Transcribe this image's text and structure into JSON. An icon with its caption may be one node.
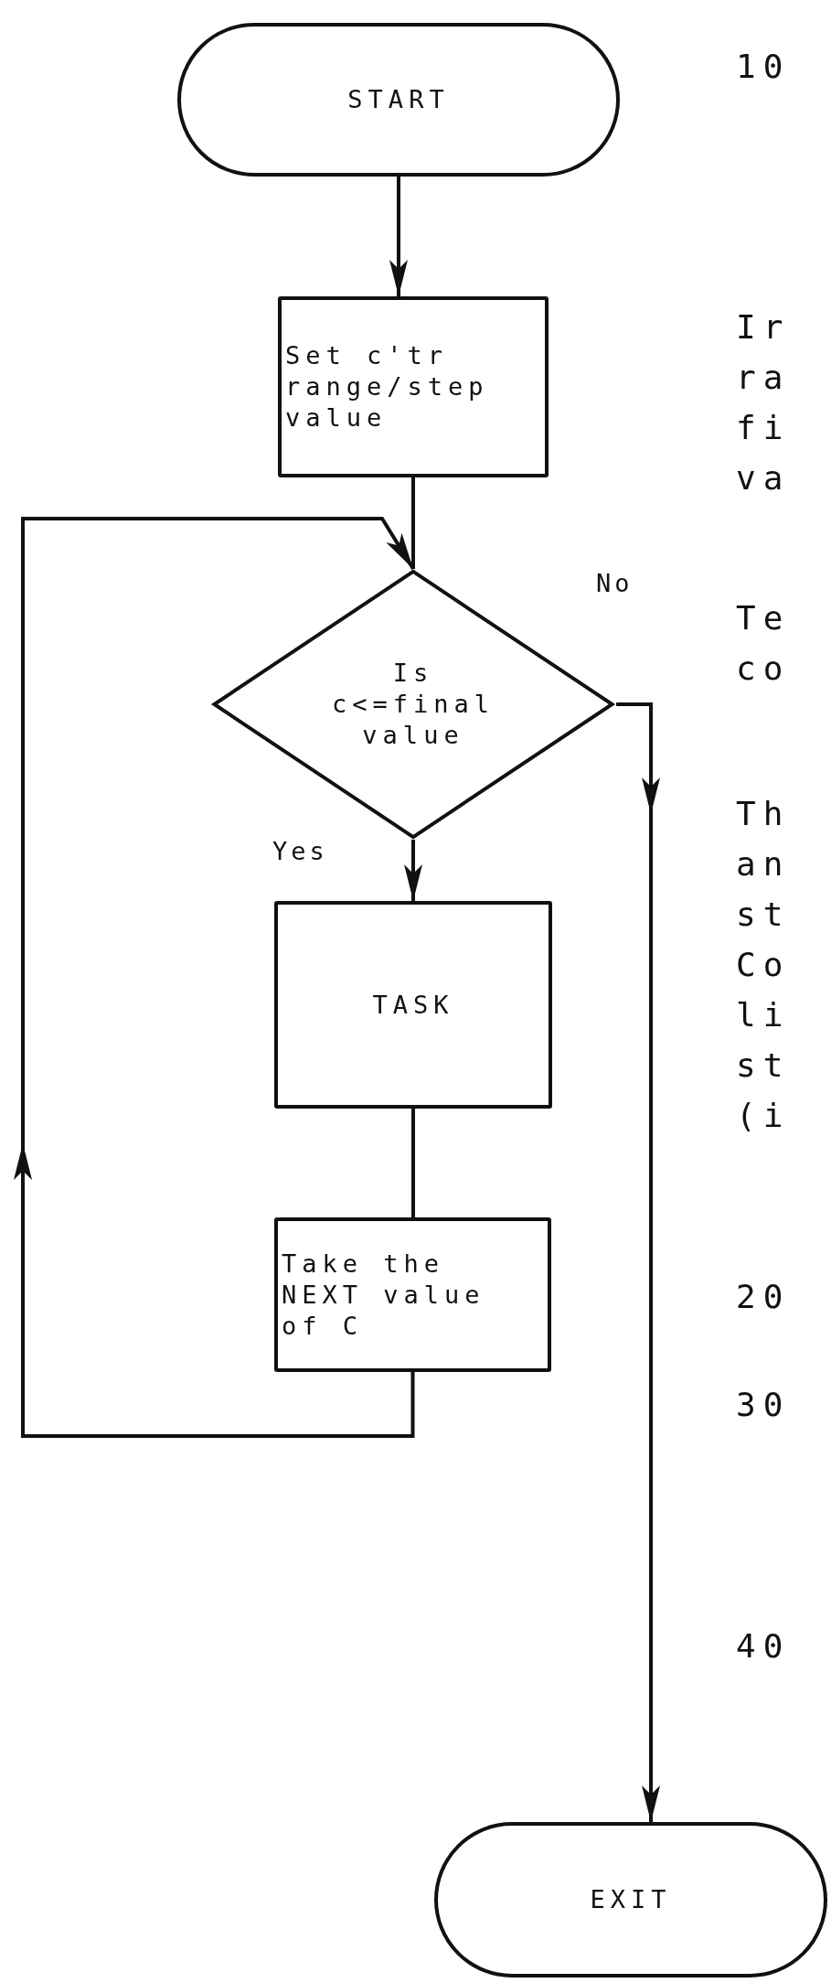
{
  "diagram": {
    "nodes": [
      {
        "text": [
          "START"
        ]
      },
      {
        "text": [
          "Set c'tr range/step value"
        ]
      },
      {
        "text": [
          "Is c<=final value"
        ]
      },
      {
        "text": [
          "TASK"
        ]
      },
      {
        "text": [
          "Take the NEXT value of C"
        ]
      },
      {
        "text": [
          "EXIT"
        ]
      }
    ],
    "edges": [
      {
        "from": 0,
        "to": 1,
        "arrow": "to"
      },
      {
        "from": 1,
        "to": 2,
        "arrow": "none"
      },
      {
        "from": 2,
        "to": 3,
        "arrow": "to",
        "label": "Yes"
      },
      {
        "from": 3,
        "to": 4,
        "arrow": "none"
      },
      {
        "from": 4,
        "to": 2,
        "arrow": "to"
      },
      {
        "from": 2,
        "to": 5,
        "arrow": "to",
        "label": "No"
      }
    ],
    "labels": [
      "10",
      "Ir ra fi va",
      "Te co",
      "Th an st Co li st (i",
      "20",
      "30",
      "40"
    ]
  }
}
